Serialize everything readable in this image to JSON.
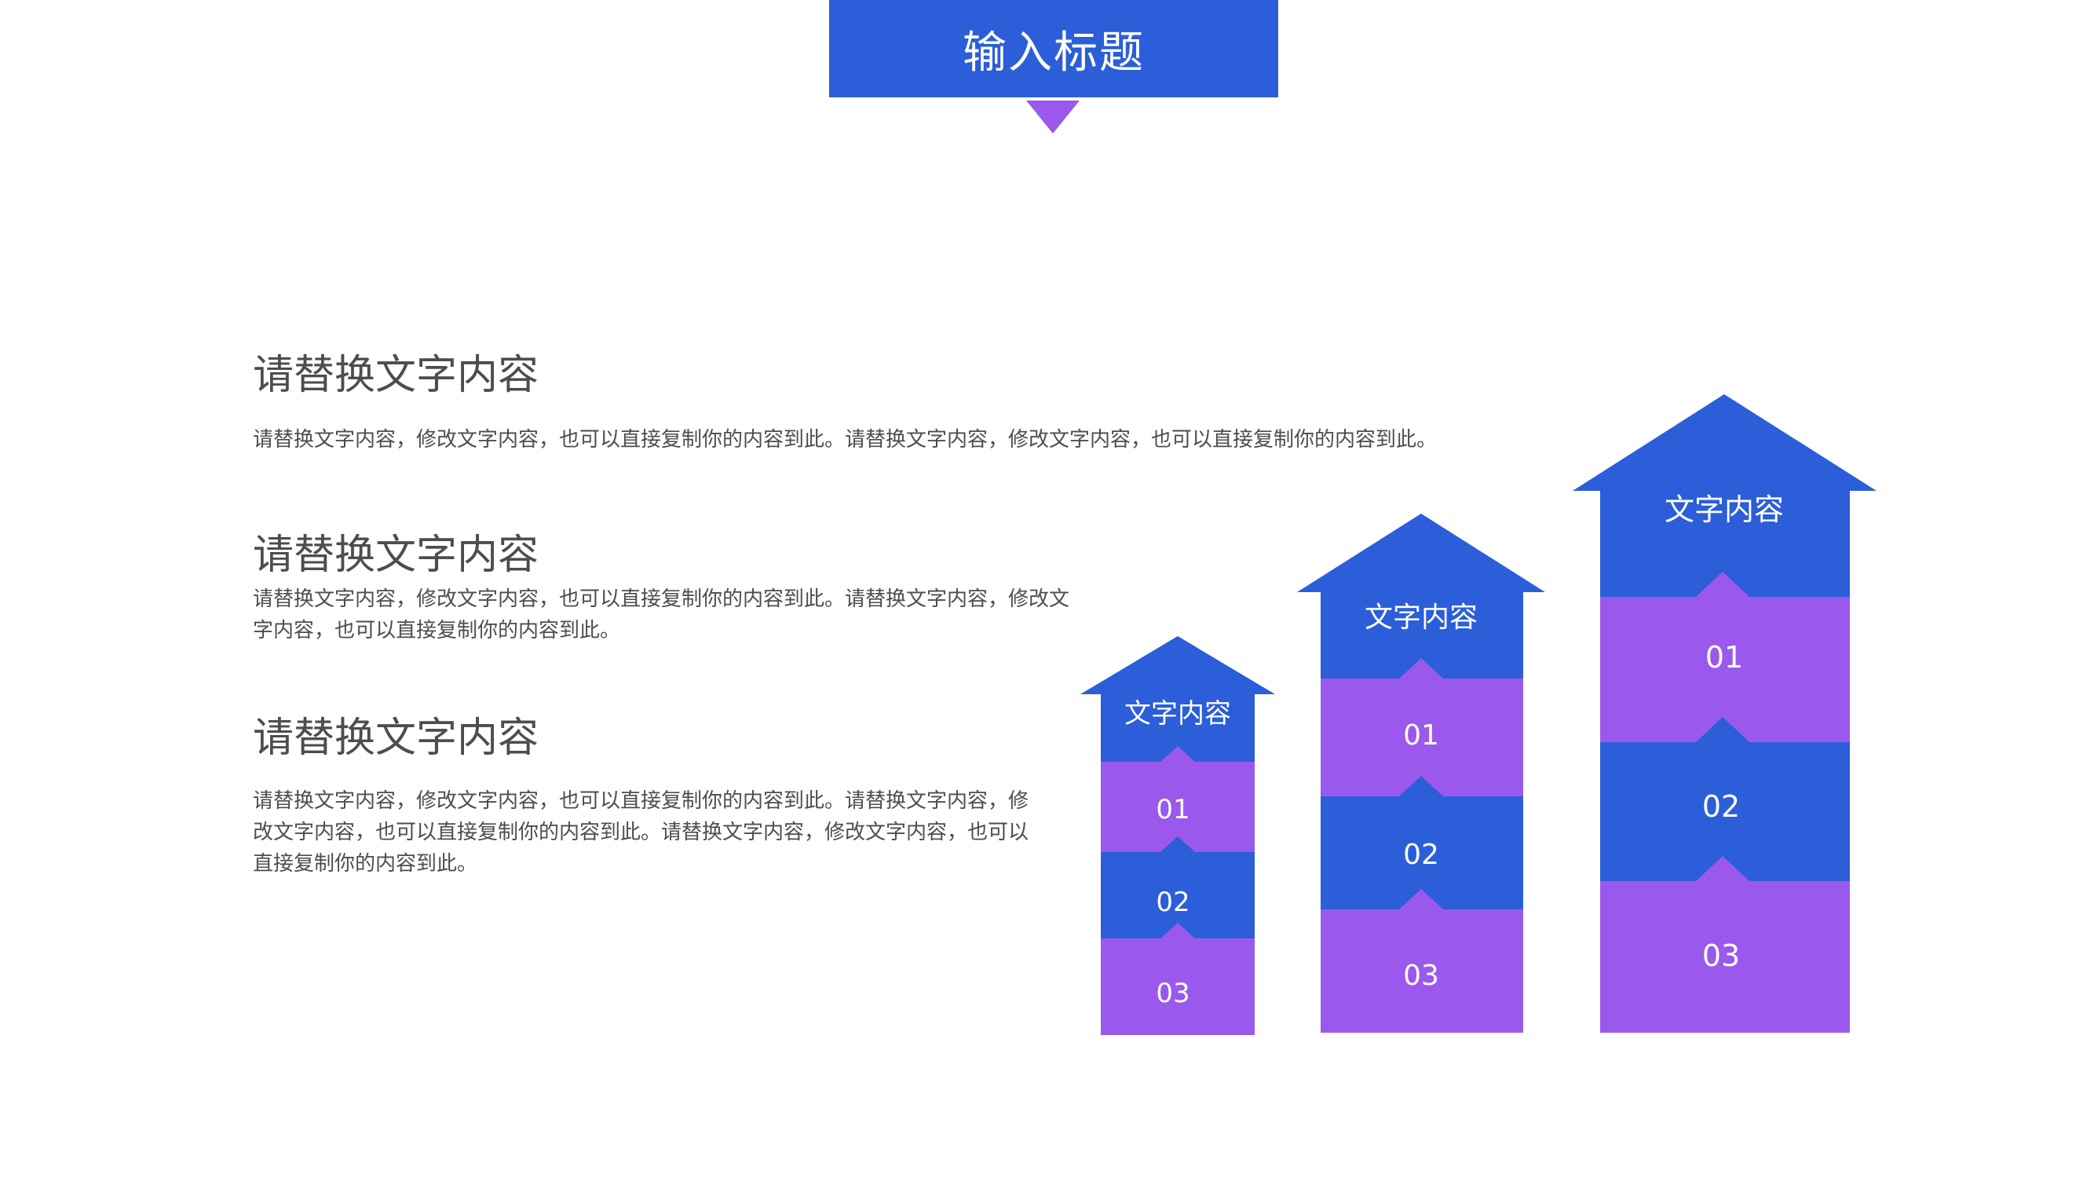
{
  "header": {
    "title": "输入标题"
  },
  "colors": {
    "blue": "#2b5ed8",
    "purple": "#9a59ec",
    "text": "#4d4d4d"
  },
  "blocks": [
    {
      "heading": "请替换文字内容",
      "body": "请替换文字内容，修改文字内容，也可以直接复制你的内容到此。请替换文字内容，修改文字内容，也可以直接复制你的内容到此。"
    },
    {
      "heading": "请替换文字内容",
      "body": "请替换文字内容，修改文字内容，也可以直接复制你的内容到此。请替换文字内容，修改文字内容，也可以直接复制你的内容到此。"
    },
    {
      "heading": "请替换文字内容",
      "body": "请替换文字内容，修改文字内容，也可以直接复制你的内容到此。请替换文字内容，修改文字内容，也可以直接复制你的内容到此。请替换文字内容，修改文字内容，也可以直接复制你的内容到此。"
    }
  ],
  "arrows": [
    {
      "head_label": "文字内容",
      "segments": [
        "01",
        "02",
        "03"
      ]
    },
    {
      "head_label": "文字内容",
      "segments": [
        "01",
        "02",
        "03"
      ]
    },
    {
      "head_label": "文字内容",
      "segments": [
        "01",
        "02",
        "03"
      ]
    }
  ]
}
